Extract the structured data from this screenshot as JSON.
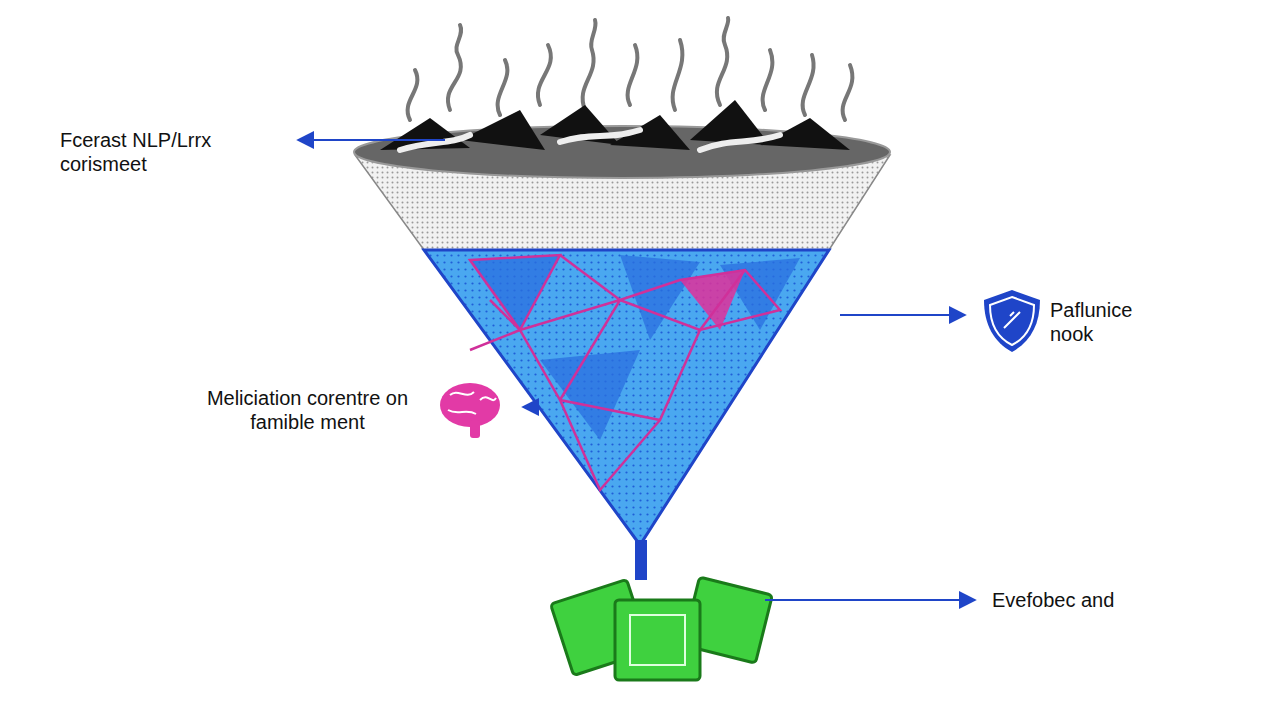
{
  "diagram": {
    "labels": [
      "Fcerast NLP/Lrrx corismeet",
      "Paflunice nook",
      "Meliciation corentre on famible ment",
      "Evefobec and"
    ]
  }
}
